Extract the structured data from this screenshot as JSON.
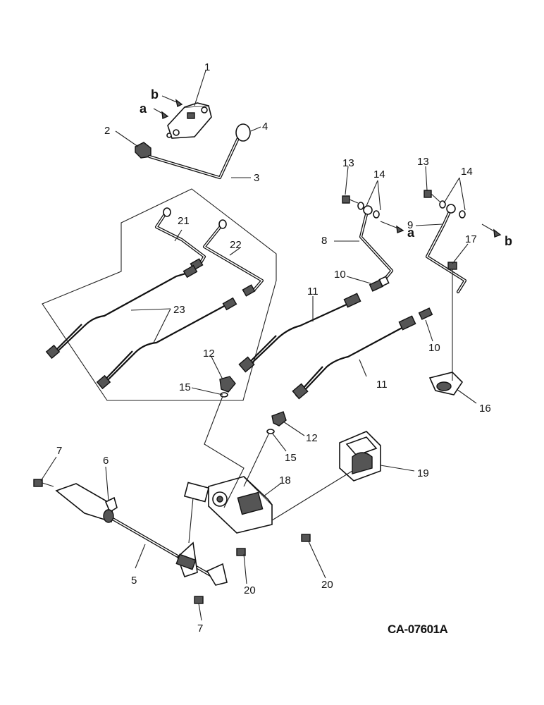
{
  "diagram_code": "CA-07601A",
  "callouts": {
    "c1": "1",
    "c2": "2",
    "c3": "3",
    "c4": "4",
    "c5": "5",
    "c6": "6",
    "c7a": "7",
    "c7b": "7",
    "c8": "8",
    "c9": "9",
    "c10a": "10",
    "c10b": "10",
    "c11a": "11",
    "c11b": "11",
    "c12a": "12",
    "c12b": "12",
    "c13a": "13",
    "c13b": "13",
    "c14a": "14",
    "c14b": "14",
    "c15a": "15",
    "c15b": "15",
    "c16": "16",
    "c17": "17",
    "c18": "18",
    "c19": "19",
    "c20a": "20",
    "c20b": "20",
    "c21": "21",
    "c22": "22",
    "c23": "23"
  },
  "flow_markers": {
    "a_top": "a",
    "b_top": "b",
    "a_right": "a",
    "b_right": "b"
  }
}
